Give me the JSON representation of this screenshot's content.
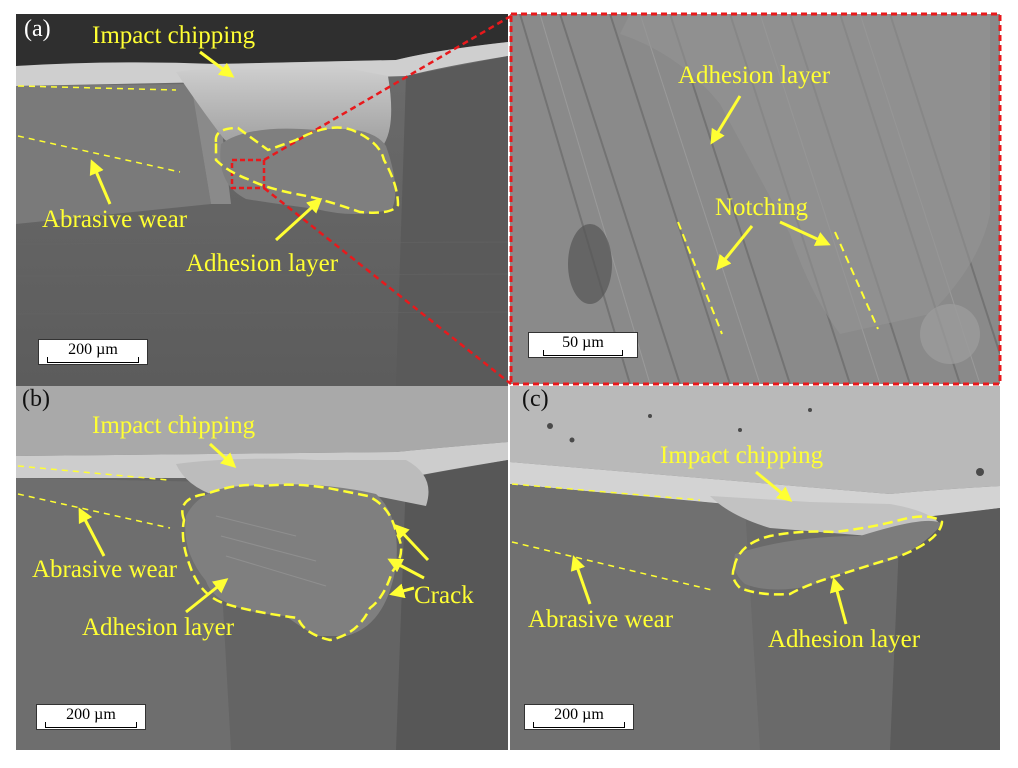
{
  "colors": {
    "annotation": "#ffff33",
    "zoom_frame": "#e8191c"
  },
  "panels": {
    "a": {
      "id_label": "(a)",
      "scale_bar": "200 µm",
      "labels": {
        "impact_chipping": "Impact chipping",
        "abrasive_wear": "Abrasive wear",
        "adhesion_layer": "Adhesion layer"
      }
    },
    "a_zoom": {
      "scale_bar": "50 µm",
      "labels": {
        "adhesion_layer": "Adhesion layer",
        "notching": "Notching"
      }
    },
    "b": {
      "id_label": "(b)",
      "scale_bar": "200 µm",
      "labels": {
        "impact_chipping": "Impact chipping",
        "abrasive_wear": "Abrasive wear",
        "adhesion_layer": "Adhesion layer",
        "crack": "Crack"
      }
    },
    "c": {
      "id_label": "(c)",
      "scale_bar": "200 µm",
      "labels": {
        "impact_chipping": "Impact chipping",
        "abrasive_wear": "Abrasive wear",
        "adhesion_layer": "Adhesion layer"
      }
    }
  }
}
